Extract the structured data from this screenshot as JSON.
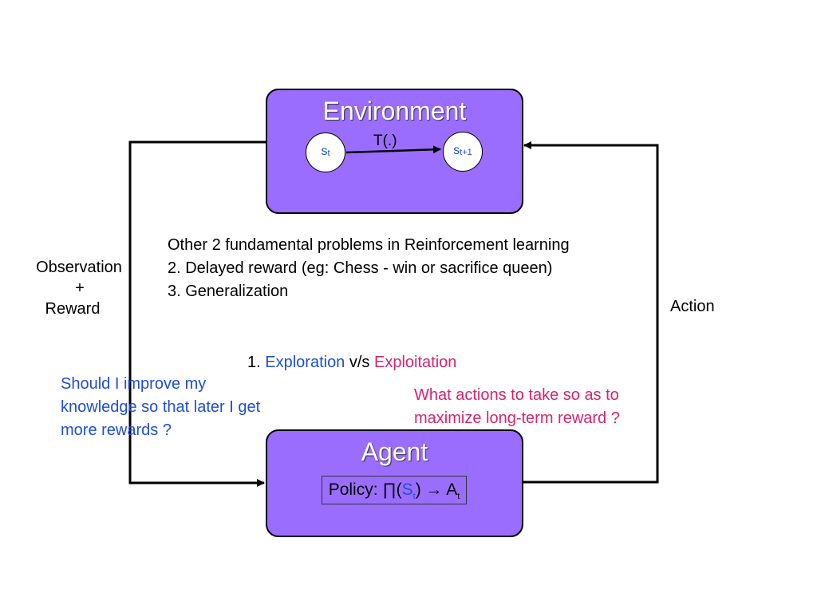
{
  "environment": {
    "title": "Environment",
    "transition_label": "T(.)",
    "state_current": {
      "base": "s",
      "sub": "t"
    },
    "state_next": {
      "base": "s",
      "sub": "t+1"
    }
  },
  "agent": {
    "title": "Agent",
    "policy": {
      "prefix": "Policy: ",
      "symbol": "∏(",
      "state": "S",
      "state_sub": "t",
      "suffix": ") → A",
      "action_sub": "t"
    }
  },
  "left_label": {
    "line1": "Observation",
    "line2": "+",
    "line3": "Reward"
  },
  "right_label": "Action",
  "problems": {
    "line1": "Other 2 fundamental problems in Reinforcement learning",
    "line2": "2. Delayed reward (eg: Chess - win or sacrifice queen)",
    "line3": "3. Generalization"
  },
  "dilemma": {
    "prefix": "1. ",
    "exploration": "Exploration",
    "vs": " v/s ",
    "exploitation": "Exploitation"
  },
  "exploration_note": {
    "line1": "Should I improve my",
    "line2": "knowledge so that later I get",
    "line3": "more rewards ?"
  },
  "exploitation_note": {
    "line1": "What actions to take so as to",
    "line2": "maximize long-term reward ?"
  },
  "colors": {
    "box_fill": "#9b6dff",
    "exploration": "#1f4fd1",
    "exploitation": "#d6246e"
  }
}
